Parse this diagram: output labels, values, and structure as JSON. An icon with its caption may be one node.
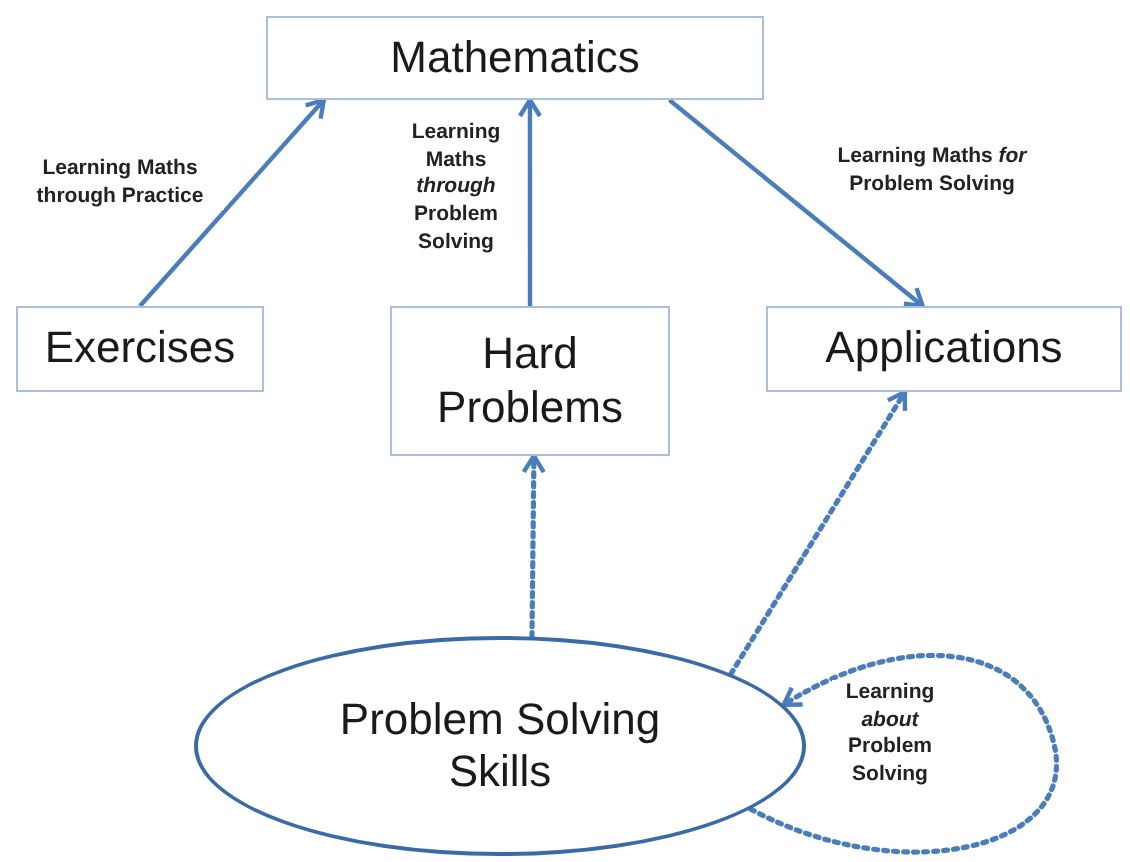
{
  "diagram": {
    "nodes": [
      {
        "text": [
          "Mathematics"
        ]
      },
      {
        "text": [
          "Exercises"
        ]
      },
      {
        "text": [
          "Hard Problems"
        ]
      },
      {
        "text": [
          "Applications"
        ]
      },
      {
        "text": [
          "Problem Solving Skills"
        ]
      }
    ],
    "edges": [
      {
        "from": 1,
        "to": 0,
        "arrow": "to",
        "label": "Learning Maths through Practice"
      },
      {
        "from": 2,
        "to": 0,
        "arrow": "to",
        "label": "Learning Maths *through* Problem Solving"
      },
      {
        "from": 0,
        "to": 3,
        "arrow": "to",
        "label": "Learning Maths *for* Problem Solving"
      },
      {
        "from": 4,
        "to": 2,
        "arrow": "to",
        "style": "dashed"
      },
      {
        "from": 4,
        "to": 3,
        "arrow": "to",
        "style": "dashed"
      },
      {
        "from": 4,
        "to": 4,
        "arrow": "to",
        "style": "dashed",
        "label": "Learning *about* Problem Solving"
      }
    ]
  }
}
